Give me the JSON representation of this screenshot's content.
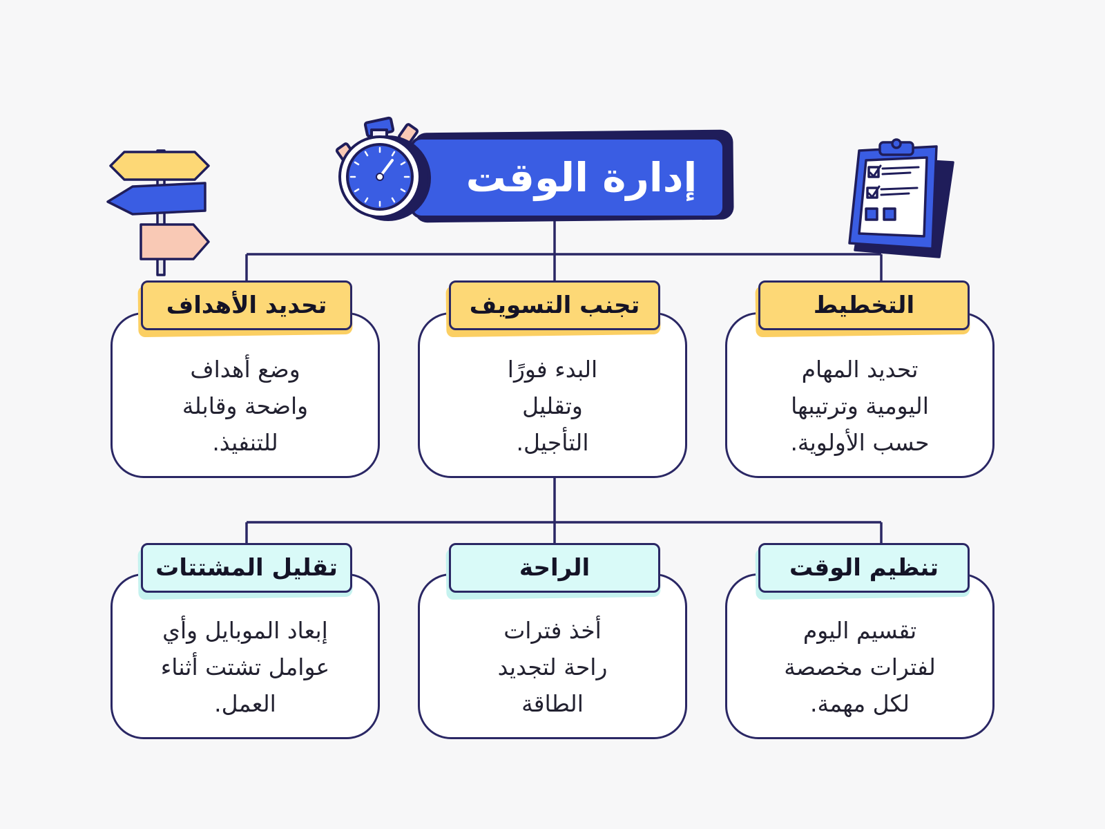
{
  "title": "إدارة الوقت",
  "nodes": [
    {
      "id": "planning",
      "label": "التخطيط",
      "description": "تحديد المهام\nاليومية وترتيبها\nحسب الأولوية.",
      "label_color": "#fdd876"
    },
    {
      "id": "avoid-procrastination",
      "label": "تجنب التسويف",
      "description": "البدء فورًا\nوتقليل\nالتأجيل.",
      "label_color": "#fdd876"
    },
    {
      "id": "goal-setting",
      "label": "تحديد الأهداف",
      "description": "وضع أهداف\nواضحة وقابلة\nللتنفيذ.",
      "label_color": "#fdd876"
    },
    {
      "id": "time-organizing",
      "label": "تنظيم الوقت",
      "description": "تقسيم اليوم\nلفترات مخصصة\nلكل مهمة.",
      "label_color": "#d9faf8"
    },
    {
      "id": "rest",
      "label": "الراحة",
      "description": "أخذ فترات\nراحة لتجديد\nالطاقة",
      "label_color": "#d9faf8"
    },
    {
      "id": "reduce-distractions",
      "label": "تقليل المشتتات",
      "description": "إبعاد الموبايل وأي\nعوامل تشتت أثناء\nالعمل.",
      "label_color": "#d9faf8"
    }
  ],
  "colors": {
    "accent_blue": "#3a5de3",
    "navy": "#2a2764",
    "yellow": "#fdd876",
    "cyan": "#d9faf8",
    "peach": "#f9c9b5"
  },
  "icons": [
    "stopwatch-icon",
    "signpost-icon",
    "clipboard-checklist-icon"
  ]
}
